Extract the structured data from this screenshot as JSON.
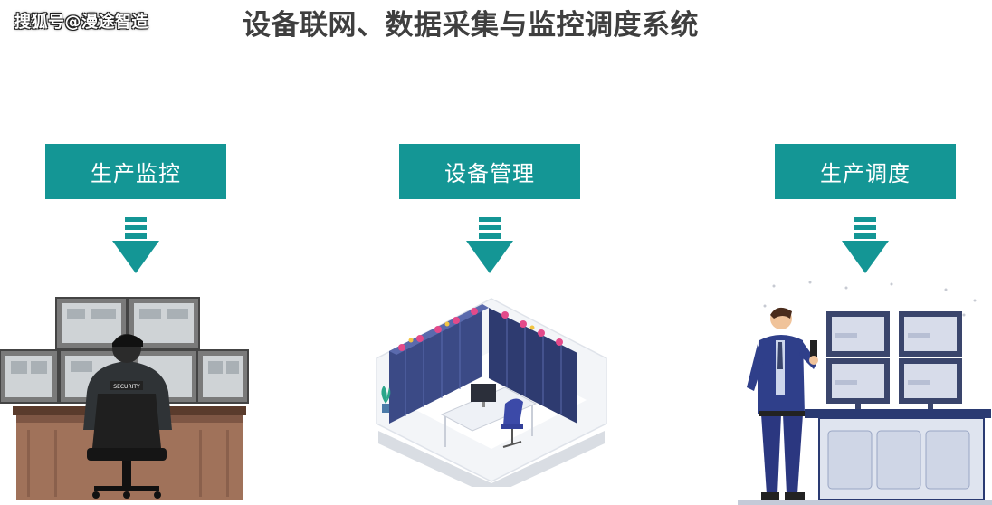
{
  "watermark": "搜狐号@漫途智造",
  "title": "设备联网、数据采集与监控调度系统",
  "columns": [
    {
      "label": "生产监控",
      "illustration": "security-monitoring-room"
    },
    {
      "label": "设备管理",
      "illustration": "isometric-server-room"
    },
    {
      "label": "生产调度",
      "illustration": "guard-with-walkie-talkie"
    }
  ],
  "security_badge": "SECURITY",
  "colors": {
    "accent": "#149695",
    "title": "#3f3f3f",
    "navy": "#2a3a72"
  }
}
